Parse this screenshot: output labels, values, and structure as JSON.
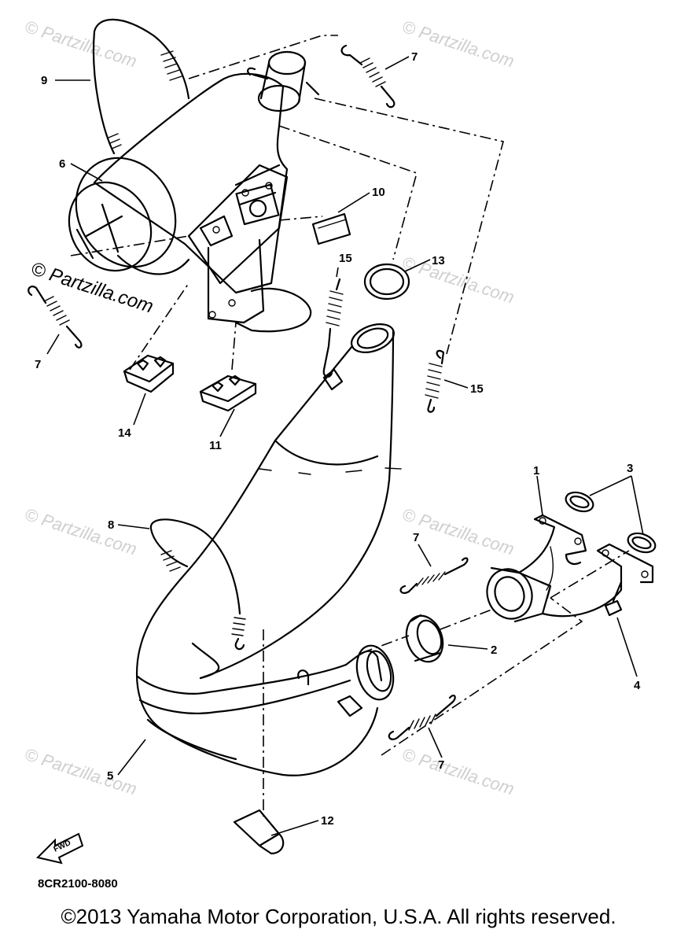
{
  "diagram": {
    "callouts": [
      "1",
      "2",
      "3",
      "4",
      "5",
      "6",
      "7",
      "8",
      "9",
      "10",
      "11",
      "12",
      "13",
      "14",
      "15"
    ],
    "watermark": "© Partzilla.com",
    "fwd_label": "FWD",
    "diagram_code": "8CR2100-8080"
  },
  "footer": {
    "copyright": "©2013 Yamaha Motor Corporation, U.S.A. All rights reserved."
  }
}
